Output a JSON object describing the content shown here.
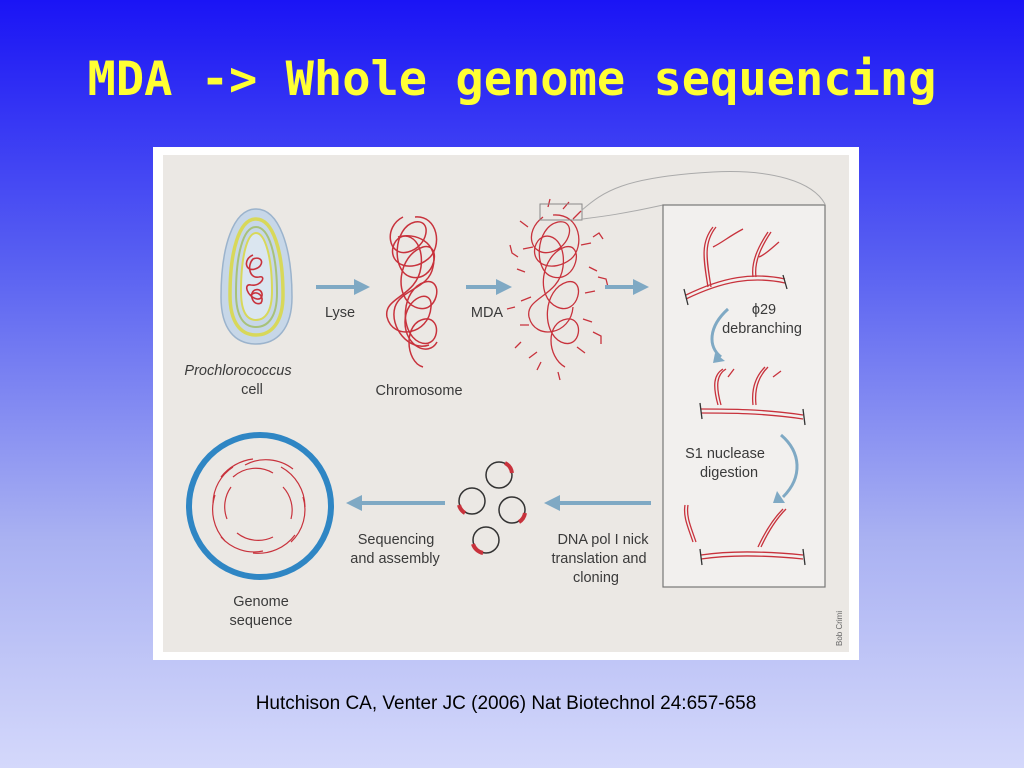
{
  "slide": {
    "title": "MDA -> Whole genome sequencing",
    "citation": "Hutchison CA, Venter JC (2006) Nat Biotechnol 24:657-658"
  },
  "figure": {
    "cell_label_line1": "Prochlorococcus",
    "cell_label_line2": "cell",
    "lyse_label": "Lyse",
    "chromosome_label": "Chromosome",
    "mda_label": "MDA",
    "phi29_label": "ϕ29",
    "debranching_label": "debranching",
    "s1_line1": "S1 nuclease",
    "s1_line2": "digestion",
    "dnapol_line1": "DNA pol I nick",
    "dnapol_line2": "translation and",
    "dnapol_line3": "cloning",
    "seq_line1": "Sequencing",
    "seq_line2": "and assembly",
    "genome_line1": "Genome",
    "genome_line2": "sequence",
    "credit": "Bob Crimi",
    "colors": {
      "dna_red": "#c8323c",
      "arrow_blue": "#7fa9c4",
      "genome_blue": "#2f86c4",
      "panel_bg": "#ebe8e4",
      "cell_yellow": "#d8d85a",
      "cell_fill": "#c7d7e8"
    }
  }
}
